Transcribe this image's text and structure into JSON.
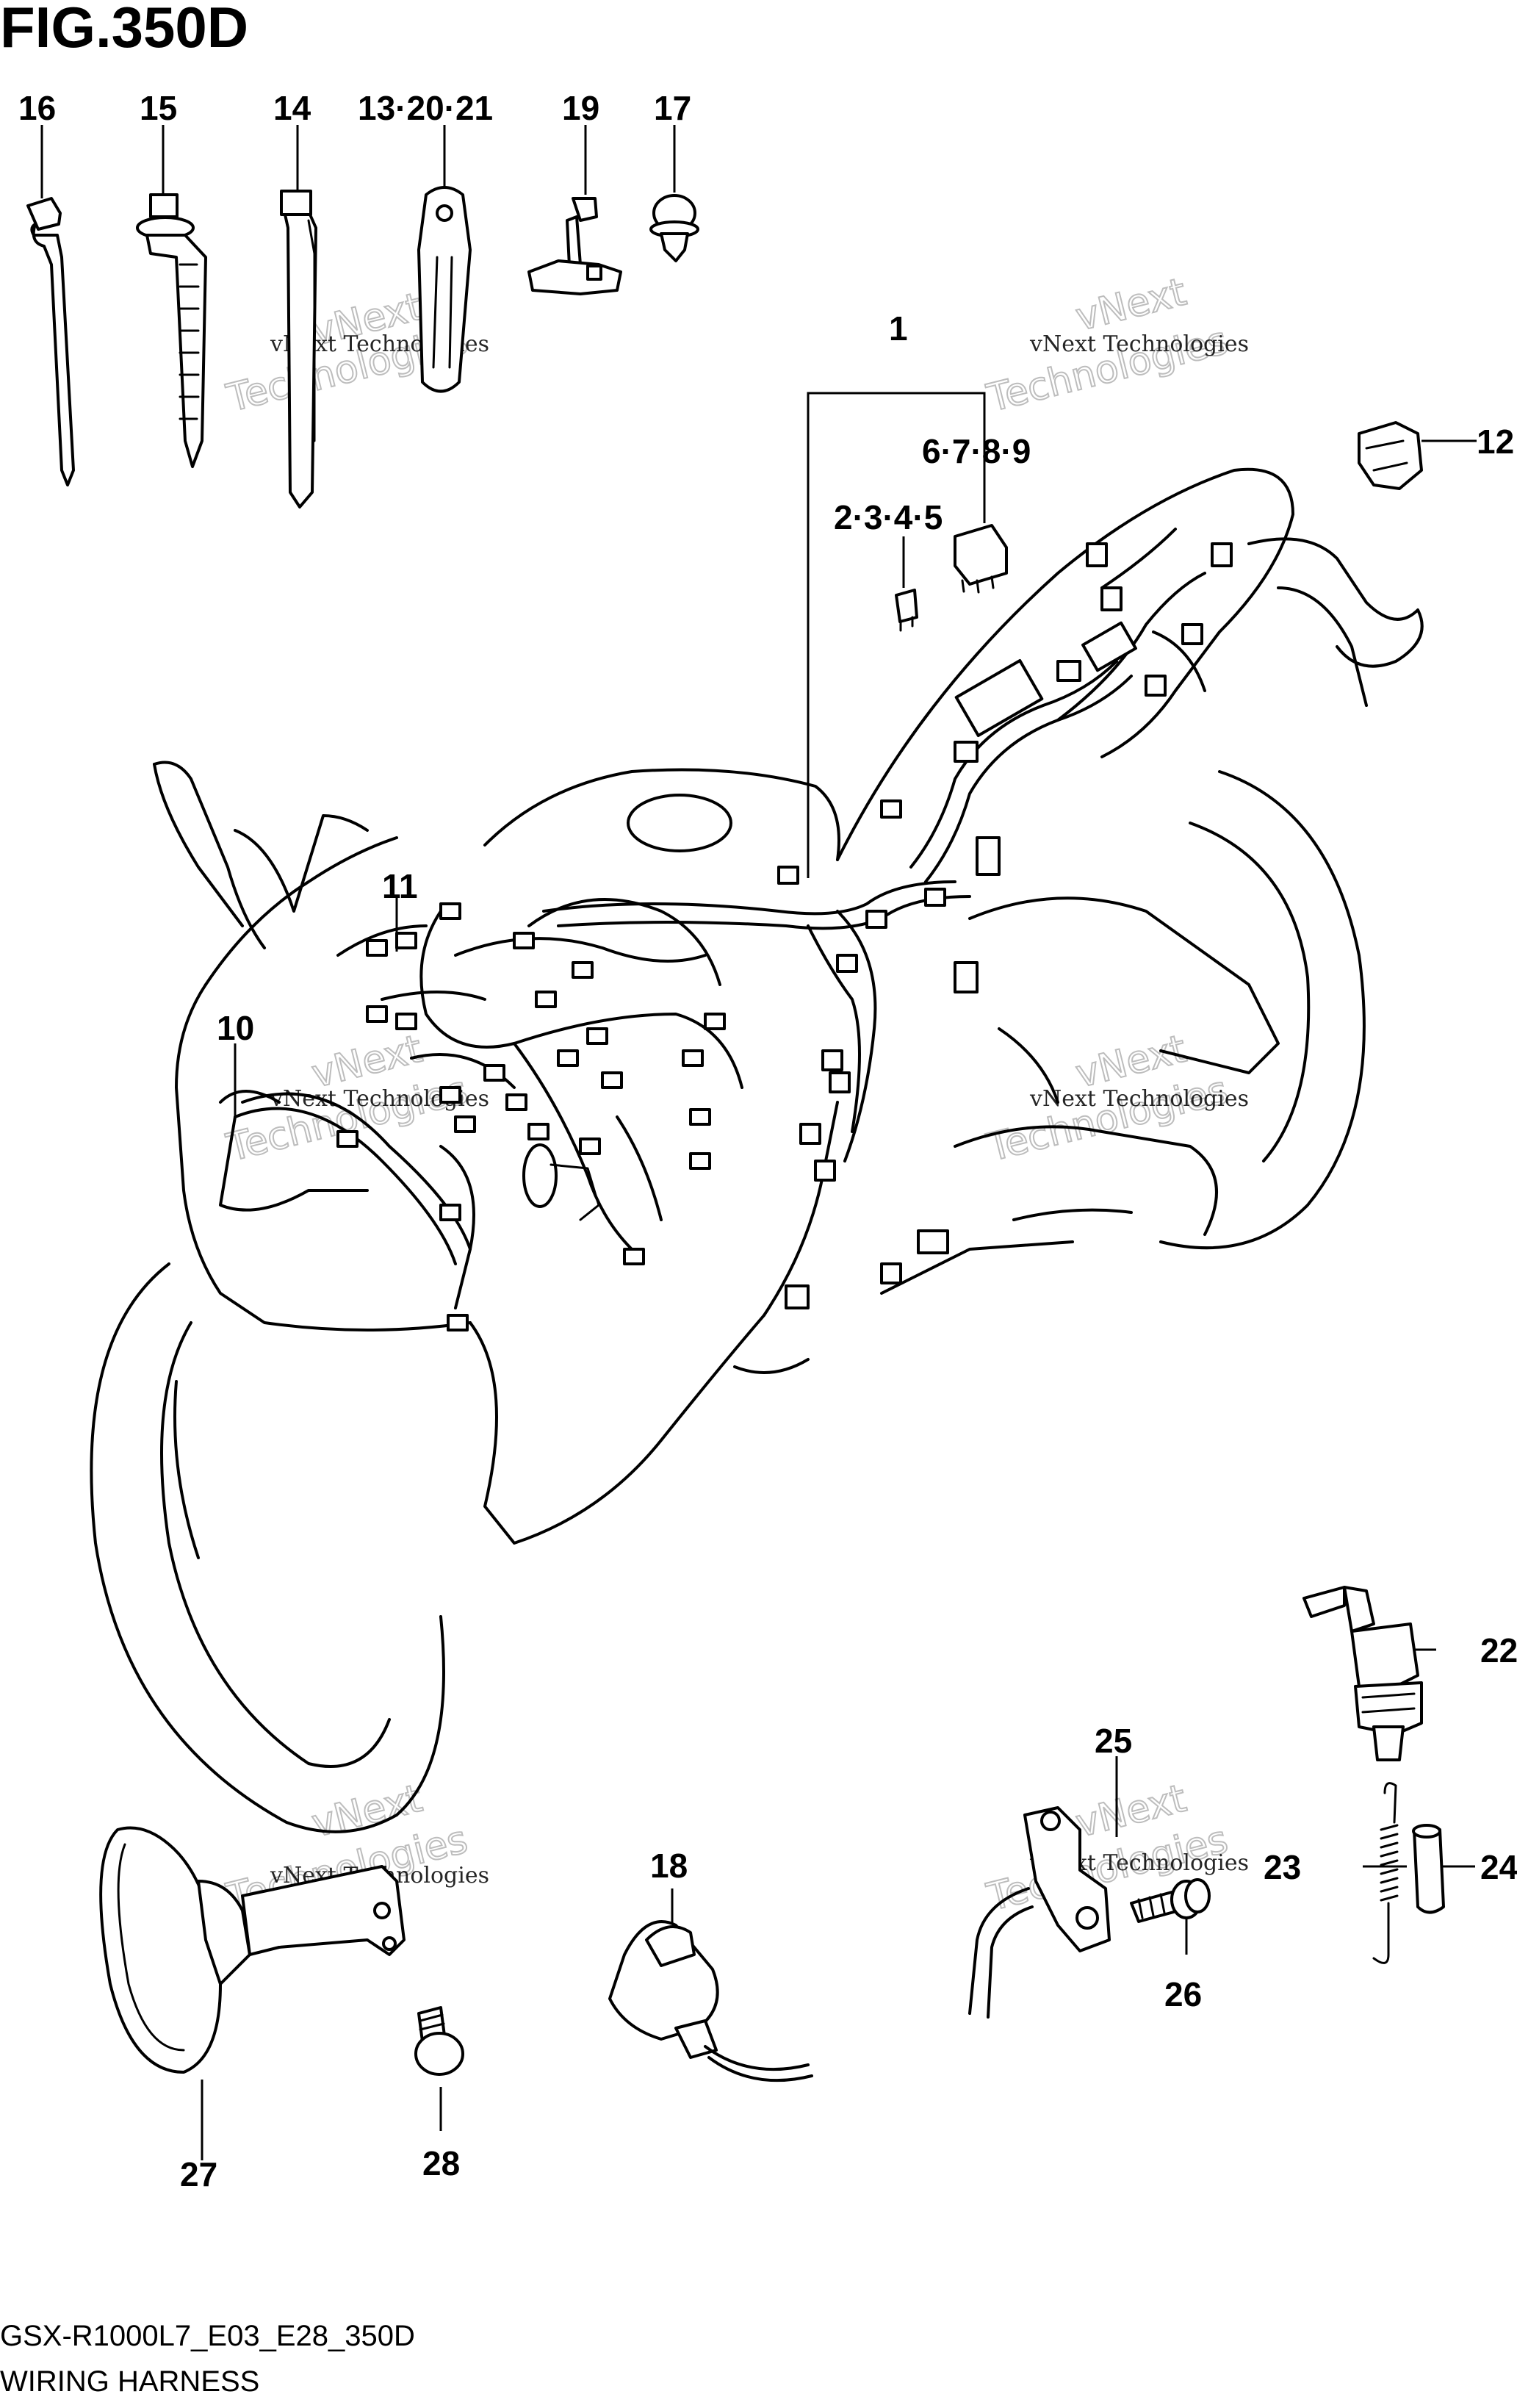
{
  "figure": {
    "title": "FIG.350D",
    "code": "GSX-R1000L7_E03_E28_350D",
    "subtitle": "WIRING HARNESS"
  },
  "watermark": {
    "line1": "vNext Technologies",
    "line2": "vNext",
    "line3": "Technologies"
  },
  "callouts": {
    "c1": "1",
    "c2345": "2·3·4·5",
    "c6789": "6·7·8·9",
    "c10": "10",
    "c11": "11",
    "c12": "12",
    "c132021": "13·20·21",
    "c14": "14",
    "c15": "15",
    "c16": "16",
    "c17": "17",
    "c18": "18",
    "c19": "19",
    "c22": "22",
    "c23": "23",
    "c24": "24",
    "c25": "25",
    "c26": "26",
    "c27": "27",
    "c28": "28"
  }
}
